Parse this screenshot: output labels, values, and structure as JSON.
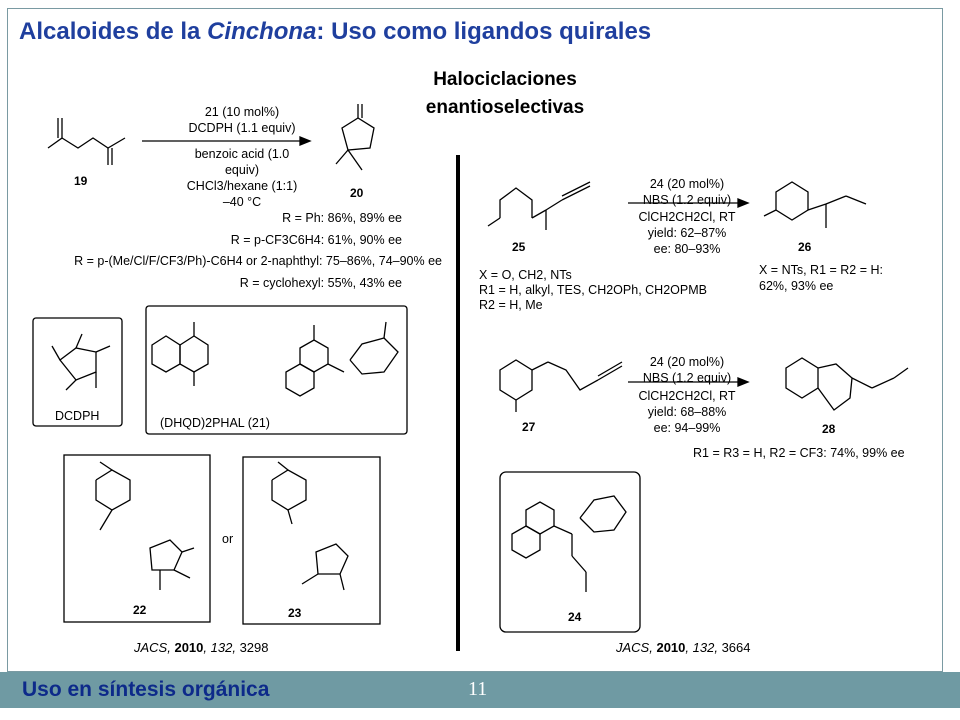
{
  "header": {
    "title_before": "Alcaloides de la ",
    "title_italic": "Cinchona",
    "title_after": ": Uso como ligandos quirales",
    "subtitle_line1": "Halociclaciones",
    "subtitle_line2": "enantioselectivas"
  },
  "footer": {
    "label": "Uso en síntesis orgánica",
    "page_number": "11"
  },
  "left_scheme": {
    "reagent_line1": "21 (10 mol%)",
    "reagent_line2": "DCDPH (1.1 equiv)",
    "cond_line1": "benzoic acid (1.0 equiv)",
    "cond_line2": "CHCl3/hexane (1:1)",
    "cond_line3": "–40 °C",
    "substrate_label": "19",
    "product_label": "20",
    "results": [
      "R = Ph: 86%, 89% ee",
      "R = p-CF3C6H4: 61%, 90% ee",
      "R = p-(Me/Cl/F/CF3/Ph)-C6H4 or 2-naphthyl: 75–86%, 74–90% ee",
      "R = cyclohexyl: 55%, 43% ee"
    ],
    "dcdph_label": "DCDPH",
    "ligand_label": "(DHQD)2PHAL (21)",
    "ts_or": "or",
    "ts_label_a": "22",
    "ts_label_b": "23",
    "reference": {
      "journal": "JACS",
      "year": "2010",
      "volume": "132",
      "page": "3298"
    }
  },
  "right_scheme_1": {
    "reagent_line1": "24 (20 mol%)",
    "reagent_line2": "NBS (1.2 equiv)",
    "cond_line1": "ClCH2CH2Cl, RT",
    "cond_line2": "yield: 62–87%",
    "cond_line3": "ee: 80–93%",
    "substrate_label": "25",
    "product_label": "26",
    "scope_lines": [
      "X = O, CH2, NTs",
      "R1 = H, alkyl, TES, CH2OPh, CH2OPMB",
      "R2 = H, Me"
    ],
    "result_lines": [
      "X = NTs, R1 = R2 = H:",
      "62%, 93% ee"
    ]
  },
  "right_scheme_2": {
    "reagent_line1": "24 (20 mol%)",
    "reagent_line2": "NBS (1.2 equiv)",
    "cond_line1": "ClCH2CH2Cl, RT",
    "cond_line2": "yield: 68–88%",
    "cond_line3": "ee: 94–99%",
    "substrate_label": "27",
    "product_label": "28",
    "result": "R1 = R3 = H, R2 = CF3: 74%, 99% ee"
  },
  "catalyst_label": "24",
  "right_reference": {
    "journal": "JACS",
    "year": "2010",
    "volume": "132",
    "page": "3664"
  }
}
